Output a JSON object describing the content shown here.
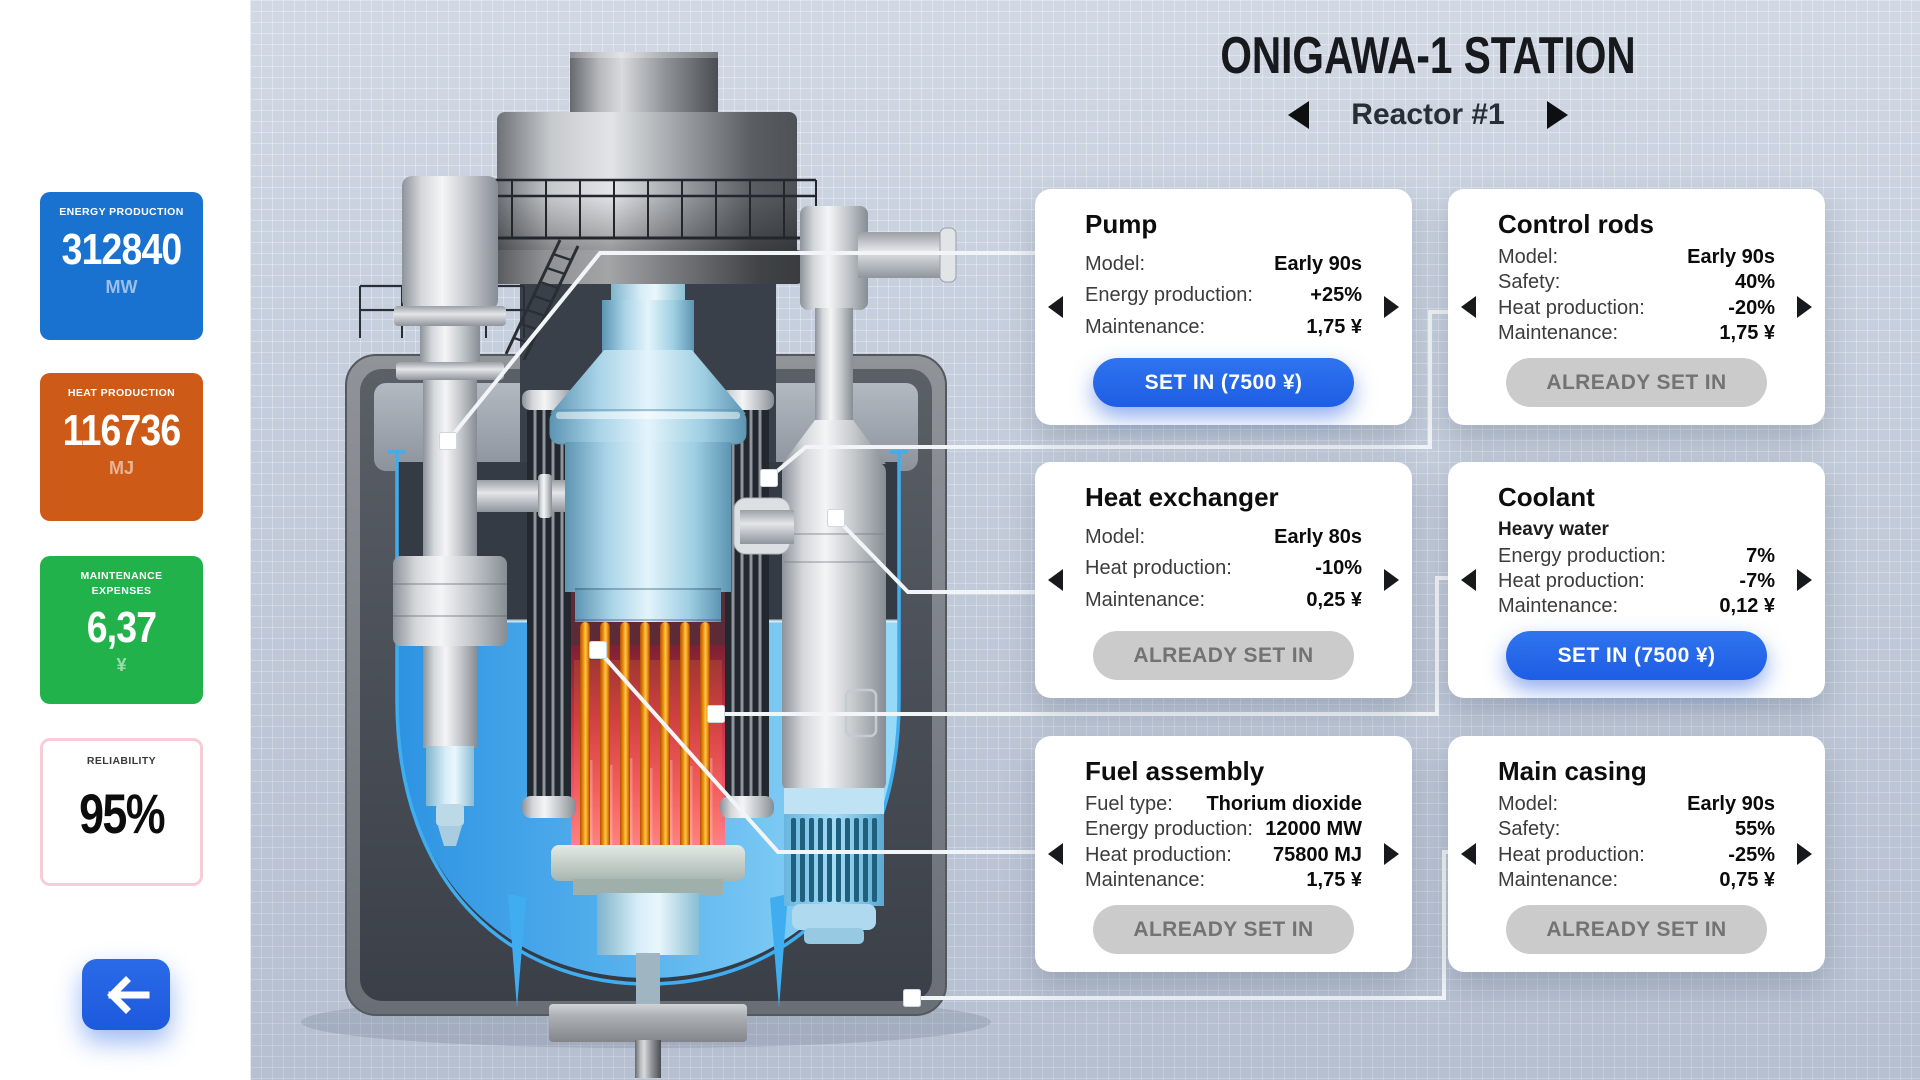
{
  "header": {
    "station_title": "ONIGAWA-1 STATION",
    "reactor_label": "Reactor #1"
  },
  "sidebar": {
    "stats": [
      {
        "id": "energy-production",
        "label": "ENERGY PRODUCTION",
        "value": "312840",
        "unit": "MW",
        "bg": "#1a72d0"
      },
      {
        "id": "heat-production",
        "label": "HEAT PRODUCTION",
        "value": "116736",
        "unit": "MJ",
        "bg": "#cd5a17"
      },
      {
        "id": "maintenance-expenses",
        "label": "MAINTENANCE\nEXPENSES",
        "value": "6,37",
        "unit": "¥",
        "bg": "#22b24c"
      },
      {
        "id": "reliability",
        "label": "RELIABILITY",
        "value": "95%",
        "unit": "",
        "bg": "#ffffff"
      }
    ]
  },
  "cards": [
    {
      "id": "pump",
      "title": "Pump",
      "rows": [
        {
          "label": "Model:",
          "value": "Early 90s"
        },
        {
          "label": "Energy production:",
          "value": "+25%"
        },
        {
          "label": "Maintenance:",
          "value": "1,75 ¥"
        }
      ],
      "button": {
        "label": "SET IN (7500 ¥)",
        "state": "primary"
      }
    },
    {
      "id": "control-rods",
      "title": "Control rods",
      "rows": [
        {
          "label": "Model:",
          "value": "Early 90s"
        },
        {
          "label": "Safety:",
          "value": "40%"
        },
        {
          "label": "Heat production:",
          "value": "-20%"
        },
        {
          "label": "Maintenance:",
          "value": "1,75 ¥"
        }
      ],
      "button": {
        "label": "ALREADY SET IN",
        "state": "disabled"
      }
    },
    {
      "id": "heat-exchanger",
      "title": "Heat exchanger",
      "rows": [
        {
          "label": "Model:",
          "value": "Early 80s"
        },
        {
          "label": "Heat production:",
          "value": "-10%"
        },
        {
          "label": "Maintenance:",
          "value": "0,25 ¥"
        }
      ],
      "button": {
        "label": "ALREADY SET IN",
        "state": "disabled"
      }
    },
    {
      "id": "coolant",
      "title": "Coolant",
      "subtitle": "Heavy water",
      "rows": [
        {
          "label": "Energy production:",
          "value": "7%"
        },
        {
          "label": "Heat production:",
          "value": "-7%"
        },
        {
          "label": "Maintenance:",
          "value": "0,12 ¥"
        }
      ],
      "button": {
        "label": "SET IN (7500 ¥)",
        "state": "primary"
      }
    },
    {
      "id": "fuel-assembly",
      "title": "Fuel assembly",
      "rows": [
        {
          "label": "Fuel type:",
          "value": "Thorium dioxide"
        },
        {
          "label": "Energy production:",
          "value": "12000 MW"
        },
        {
          "label": "Heat production:",
          "value": "75800 MJ"
        },
        {
          "label": "Maintenance:",
          "value": "1,75 ¥"
        }
      ],
      "button": {
        "label": "ALREADY SET IN",
        "state": "disabled"
      }
    },
    {
      "id": "main-casing",
      "title": "Main casing",
      "rows": [
        {
          "label": "Model:",
          "value": "Early 90s"
        },
        {
          "label": "Safety:",
          "value": "55%"
        },
        {
          "label": "Heat production:",
          "value": "-25%"
        },
        {
          "label": "Maintenance:",
          "value": "0,75 ¥"
        }
      ],
      "button": {
        "label": "ALREADY SET IN",
        "state": "disabled"
      }
    }
  ],
  "colors": {
    "accent_blue": "#2465e6",
    "stat_energy": "#1a72d0",
    "stat_heat": "#cd5a17",
    "stat_maintenance": "#22b24c",
    "reliability_border": "#f8ccd6",
    "background_grid": "#c6cfdd",
    "disabled_button": "#cbcbcb",
    "connector_line": "#f2f5f8"
  },
  "icons": {
    "back": "arrow-left-icon",
    "reactor_prev": "triangle-left-icon",
    "reactor_next": "triangle-right-icon",
    "card_prev": "triangle-left-icon",
    "card_next": "triangle-right-icon"
  }
}
